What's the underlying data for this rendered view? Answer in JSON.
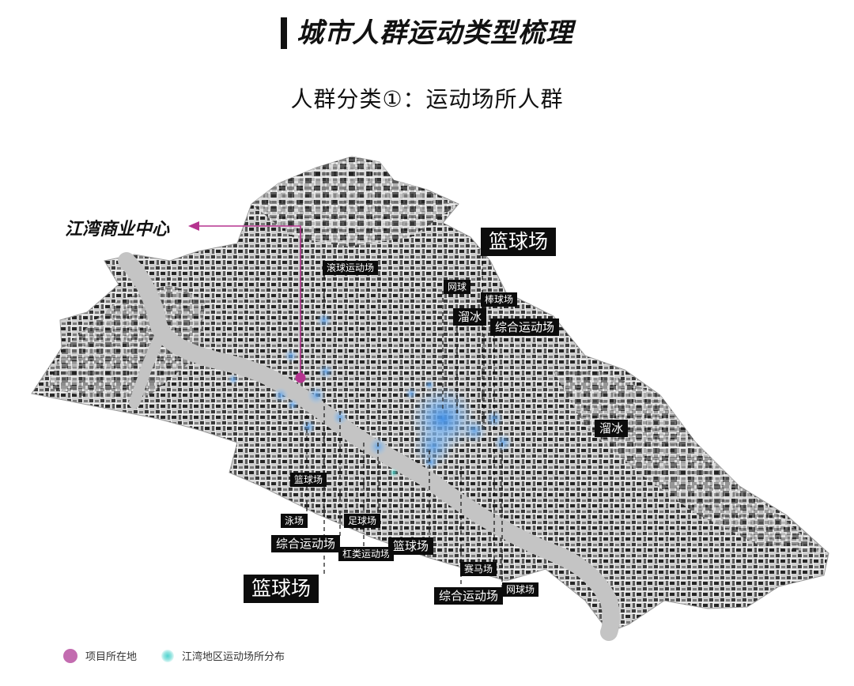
{
  "title": "城市人群运动类型梳理",
  "subtitle": "人群分类①：运动场所人群",
  "project": {
    "label": "江湾商业中心",
    "color": "#b5338f"
  },
  "venue_tags": [
    {
      "id": "gunqiu",
      "label": "滚球运动场",
      "size": "small"
    },
    {
      "id": "lanqiu-top",
      "label": "篮球场",
      "size": "big"
    },
    {
      "id": "wangqiu-top",
      "label": "网球",
      "size": "small"
    },
    {
      "id": "bangqiu",
      "label": "棒球场",
      "size": "small"
    },
    {
      "id": "liubing-top",
      "label": "溜冰",
      "size": "mid"
    },
    {
      "id": "zonghe-top",
      "label": "综合运动场",
      "size": "mid"
    },
    {
      "id": "liubing-right",
      "label": "溜冰",
      "size": "mid"
    },
    {
      "id": "lanqiu-small",
      "label": "篮球场",
      "size": "small"
    },
    {
      "id": "yongchang",
      "label": "泳场",
      "size": "small"
    },
    {
      "id": "zuqiu",
      "label": "足球场",
      "size": "small"
    },
    {
      "id": "zonghe-left",
      "label": "综合运动场",
      "size": "mid"
    },
    {
      "id": "ganlei",
      "label": "杠类运动场",
      "size": "small"
    },
    {
      "id": "lanqiu-mid",
      "label": "篮球场",
      "size": "mid"
    },
    {
      "id": "saima",
      "label": "赛马场",
      "size": "small"
    },
    {
      "id": "lanqiu-bottom",
      "label": "篮球场",
      "size": "big"
    },
    {
      "id": "zonghe-bottom",
      "label": "综合运动场",
      "size": "mid"
    },
    {
      "id": "wangqiu-bottom",
      "label": "网球场",
      "size": "small"
    }
  ],
  "legend": [
    {
      "id": "project",
      "label": "项目所在地",
      "color": "#c36cb0"
    },
    {
      "id": "venues",
      "label": "江湾地区运动场所分布",
      "color": "#4fd3cf"
    }
  ],
  "colors": {
    "map_dark": "#2a2a2a",
    "map_mid": "#8a8a8a",
    "map_light": "#d6d6d6",
    "river": "#c9c9c9",
    "heat": "#6aa8e8"
  }
}
